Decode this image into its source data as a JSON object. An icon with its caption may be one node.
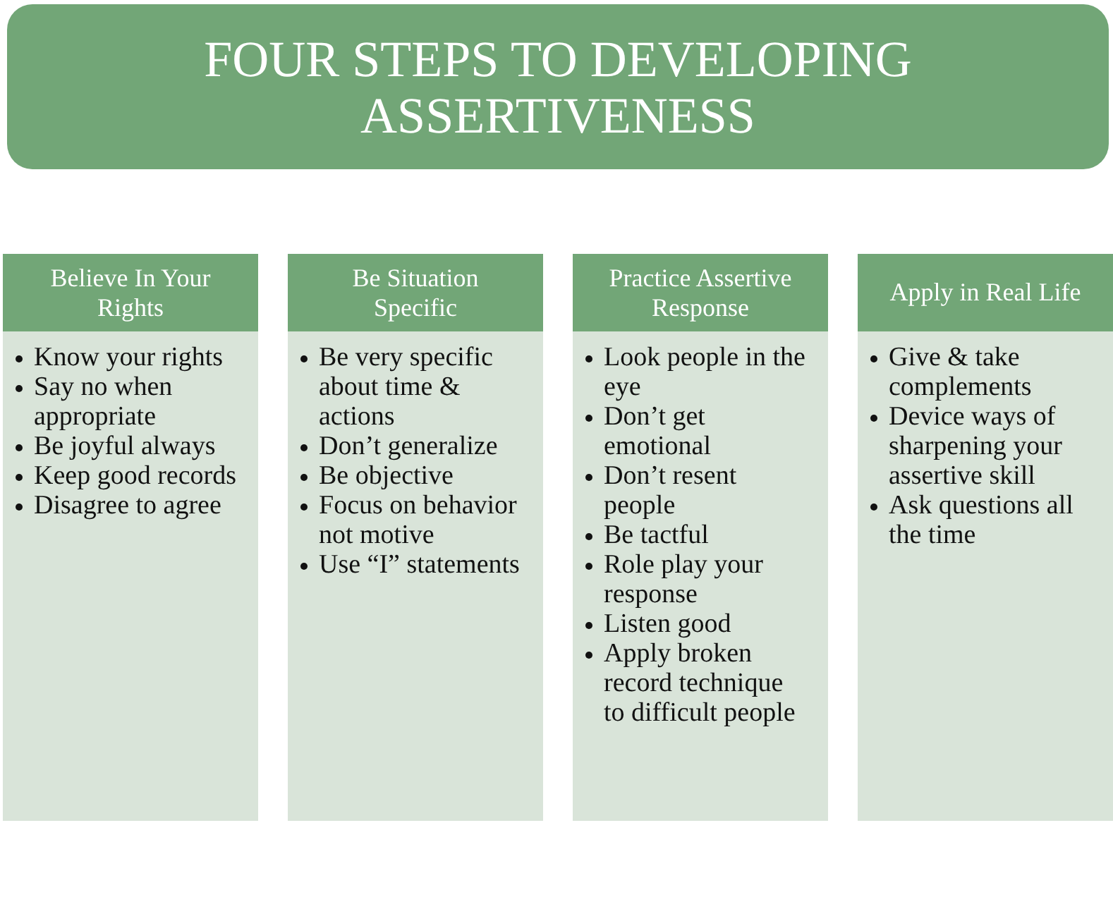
{
  "diagram": {
    "title": "FOUR STEPS TO DEVELOPING ASSERTIVENESS",
    "nodes": [
      {
        "text": [
          "Believe In Your Rights",
          "Know your rights",
          "Say no when appropriate",
          "Be joyful always",
          "Keep good records",
          "Disagree to agree"
        ]
      },
      {
        "text": [
          "Be Situation Specific",
          "Be very specific about time & actions",
          "Don’t generalize",
          "Be objective",
          "Focus on behavior not motive",
          "Use “I” statements"
        ]
      },
      {
        "text": [
          "Practice Assertive Response",
          "Look people in the eye",
          "Don’t get emotional",
          "Don’t resent people",
          "Be tactful",
          "Role play your response",
          "Listen good",
          "Apply broken record technique to difficult people"
        ]
      },
      {
        "text": [
          "Apply in Real Life",
          "Give & take complements",
          "Device ways of sharpening your assertive skill",
          "Ask questions all the time"
        ]
      }
    ]
  }
}
